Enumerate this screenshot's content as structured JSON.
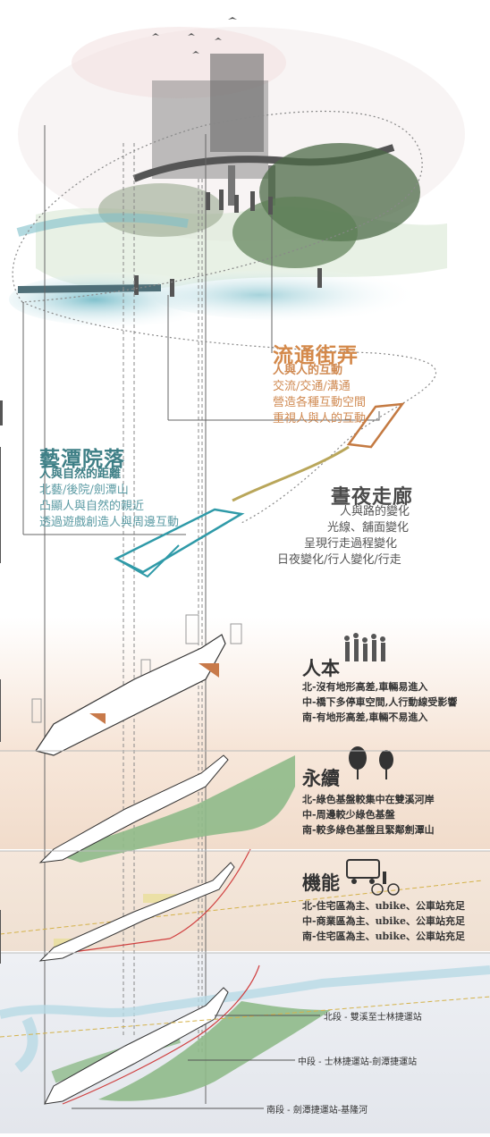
{
  "corridor": {
    "title": "流通街弄",
    "subtitle": "人與人的互動",
    "lines": [
      "交流/交通/溝通",
      "營造各種互動空間",
      "重視人與人的互動"
    ]
  },
  "courtyard": {
    "title": "藝潭院落",
    "subtitle": "人與自然的距離",
    "lines": [
      "北藝/後院/劍潭山",
      "凸顯人與自然的親近",
      "透過遊戲創造人與周邊互動"
    ]
  },
  "gallery": {
    "title": "晝夜走廊",
    "subtitle": "人與路的變化",
    "lines": [
      "光線、舖面變化",
      "呈現行走過程變化",
      "日夜變化/行人變化/行走"
    ]
  },
  "human": {
    "title": "人本",
    "lines": [
      "北-沒有地形高差,車輛易進入",
      "中-橋下多停車空間,人行動線受影響",
      "南-有地形高差,車輛不易進入"
    ]
  },
  "sustain": {
    "title": "永續",
    "lines": [
      "北-綠色基盤較集中在雙溪河岸",
      "中-周邊較少綠色基盤",
      "南-較多綠色基盤且緊鄰劍潭山"
    ]
  },
  "function": {
    "title": "機能",
    "lines": [
      "北-住宅區為主、ubike、公車站充足",
      "中-商業區為主、ubike、公車站充足",
      "南-住宅區為主、ubike、公車站充足"
    ]
  },
  "segments": {
    "north": "北段 - 雙溪至士林捷運站",
    "middle": "中段 - 士林捷運站-劍潭捷運站",
    "south": "南段 - 劍潭捷運站-基隆河"
  },
  "colors": {
    "orange": "#d4894a",
    "teal": "#3e7f86",
    "green": "#8fba8a",
    "water": "#6fb1bf",
    "band1": "#f6e6da",
    "band2": "#f3e2d3",
    "band3": "#f1e3d6"
  }
}
